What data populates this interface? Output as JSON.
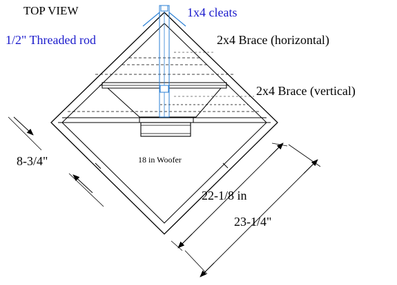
{
  "title": "TOP VIEW",
  "labels": {
    "cleats": "1x4 cleats",
    "threaded_rod": "1/2\" Threaded rod",
    "brace_horizontal": "2x4  Brace  (horizontal)",
    "brace_vertical": "2x4  Brace  (vertical)",
    "woofer": "18 in Woofer"
  },
  "dimensions": {
    "wall_thickness": "8-3/4\"",
    "inner_side": "22-1/8 in",
    "outer_side": "23-1/4\""
  },
  "colors": {
    "lines": "#000000",
    "rod": "#2a7fd4",
    "blue_text": "#1a1acc"
  }
}
